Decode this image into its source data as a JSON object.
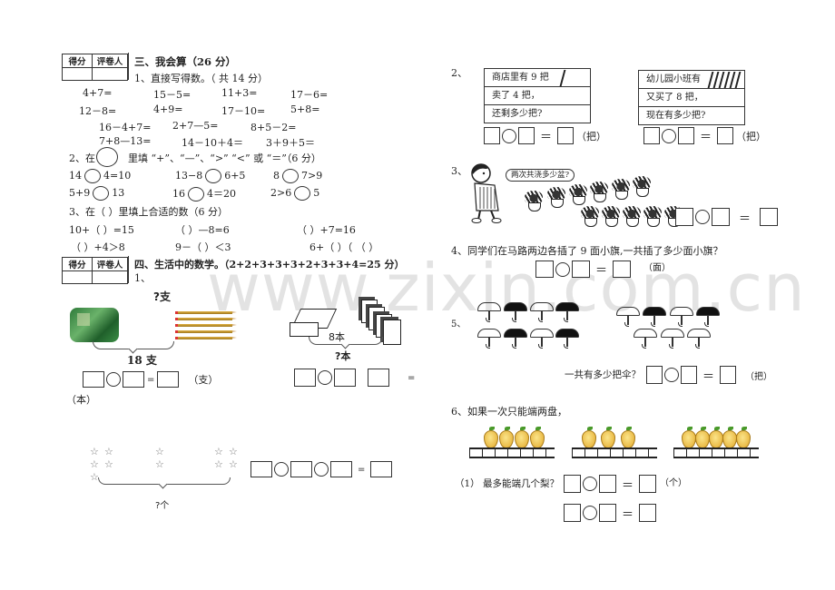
{
  "watermark": "www.zixin.com.cn",
  "score_table": {
    "col1": "得分",
    "col2": "评卷人"
  },
  "section3": {
    "title": "三、我会算（26 分）",
    "q1": {
      "label": "1、直接写得数。（  共 14 分）",
      "rows": [
        [
          "4+7=",
          "15－5=",
          "11+3=",
          "17－6="
        ],
        [
          "12－8=",
          "4+9=",
          "17－10=",
          "5+8="
        ],
        [
          "16－4+7=",
          "2+7—5=",
          "8+5－2="
        ],
        [
          "7+8—13=",
          "14－10＋4＝",
          "3＋9＋5＝"
        ]
      ]
    },
    "q2": {
      "label_prefix": "2、在",
      "label_suffix": "里填 “+”、“—”、“>” “<” 或 “＝”（6 分）",
      "rows": [
        [
          {
            "left": "14",
            "right": "4=10"
          },
          {
            "left": "13−8",
            "right": "6+5"
          },
          {
            "left": "8",
            "right": "7>9"
          }
        ],
        [
          {
            "left": "5+9",
            "right": "13"
          },
          {
            "left": "16",
            "right": "4＝20"
          },
          {
            "left": "2>6",
            "right": "5"
          }
        ]
      ]
    },
    "q3": {
      "label": "3、在（    ）里填上合适的数（6 分）",
      "rows": [
        [
          "10+（     ）=15",
          "（     ）—8=6",
          "（     ）+7=16"
        ],
        [
          "（     ）+4＞8",
          "9－（    ）＜3",
          "6+（     ）（ （     ）"
        ]
      ]
    }
  },
  "section4": {
    "title": "四、生活中的数学。（2+2+3+3+3+2+3+3+4=25 分）",
    "q1": {
      "label": "1、",
      "pencils_top_label": "?支",
      "pencils_total_label": "18 支",
      "pencils_unit": "（支）",
      "books_inner_label": "8本",
      "books_total_label": "?本",
      "books_unit": "（本）",
      "equals": "=",
      "stars_total_label": "?个",
      "star_glyph": "☆"
    }
  },
  "right": {
    "q2": {
      "label": "2、",
      "box1": [
        "商店里有 9 把",
        "卖了 4 把，",
        "还剩多少把?"
      ],
      "box2": [
        "幼儿园小班有",
        "又买了 8 把，",
        "现在有多少把?"
      ],
      "unit": "（把）"
    },
    "q3": {
      "label": "3、",
      "bubble": "两次共浇多少盆?"
    },
    "q4": {
      "label": "4、同学们在马路两边各插了 9 面小旗,一共插了多少面小旗？",
      "unit": "（面）"
    },
    "q5": {
      "label": "5、",
      "question": "一共有多少把伞？",
      "unit": "（把）"
    },
    "q6": {
      "label": "6、如果一次只能端两盘，",
      "sub1": "（1）   最多能端几个梨？",
      "unit": "（个）",
      "trays": [
        4,
        3,
        5
      ]
    },
    "equals": "＝"
  }
}
